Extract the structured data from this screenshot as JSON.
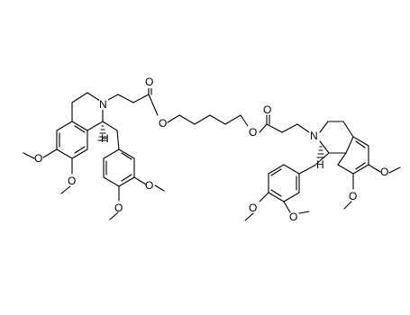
{
  "molecule": {
    "atom_labels": {
      "o_ester_left_carbonyl": "O",
      "o_ester_left_ether": "O",
      "o_ester_right_ether": "O",
      "o_ester_right_carbonyl": "O",
      "n_left": "N",
      "n_right": "N",
      "h_left": "H",
      "h_right": "H",
      "o_left_iq_1": "O",
      "o_left_iq_2": "O",
      "o_left_aryl_1": "O",
      "o_left_aryl_2": "O",
      "o_right_iq_1": "O",
      "o_right_iq_2": "O",
      "o_right_aryl_1": "O",
      "o_right_aryl_2": "O"
    }
  }
}
